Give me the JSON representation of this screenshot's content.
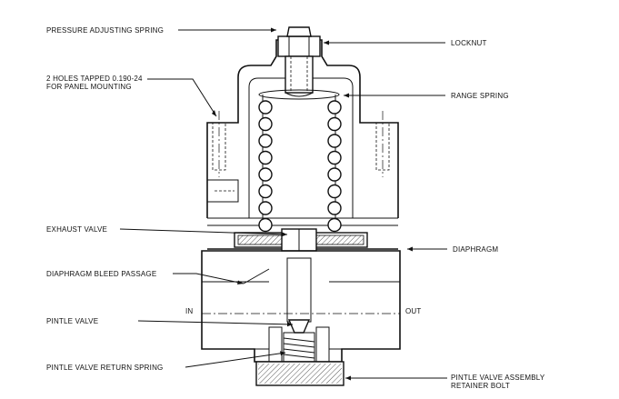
{
  "labels": {
    "pressure_adjusting_spring": "PRESSURE ADJUSTING SPRING",
    "locknut": "LOCKNUT",
    "holes_line1": "2 HOLES TAPPED 0.190-24",
    "holes_line2": "FOR PANEL MOUNTING",
    "range_spring": "RANGE SPRING",
    "exhaust_valve": "EXHAUST VALVE",
    "diaphragm": "DIAPHRAGM",
    "diaphragm_bleed_passage": "DIAPHRAGM BLEED PASSAGE",
    "in": "IN",
    "out": "OUT",
    "pintle_valve": "PINTLE VALVE",
    "pintle_valve_return_spring": "PINTLE VALVE RETURN SPRING",
    "retainer_line1": "PINTLE VALVE ASSEMBLY",
    "retainer_line2": "RETAINER BOLT"
  }
}
